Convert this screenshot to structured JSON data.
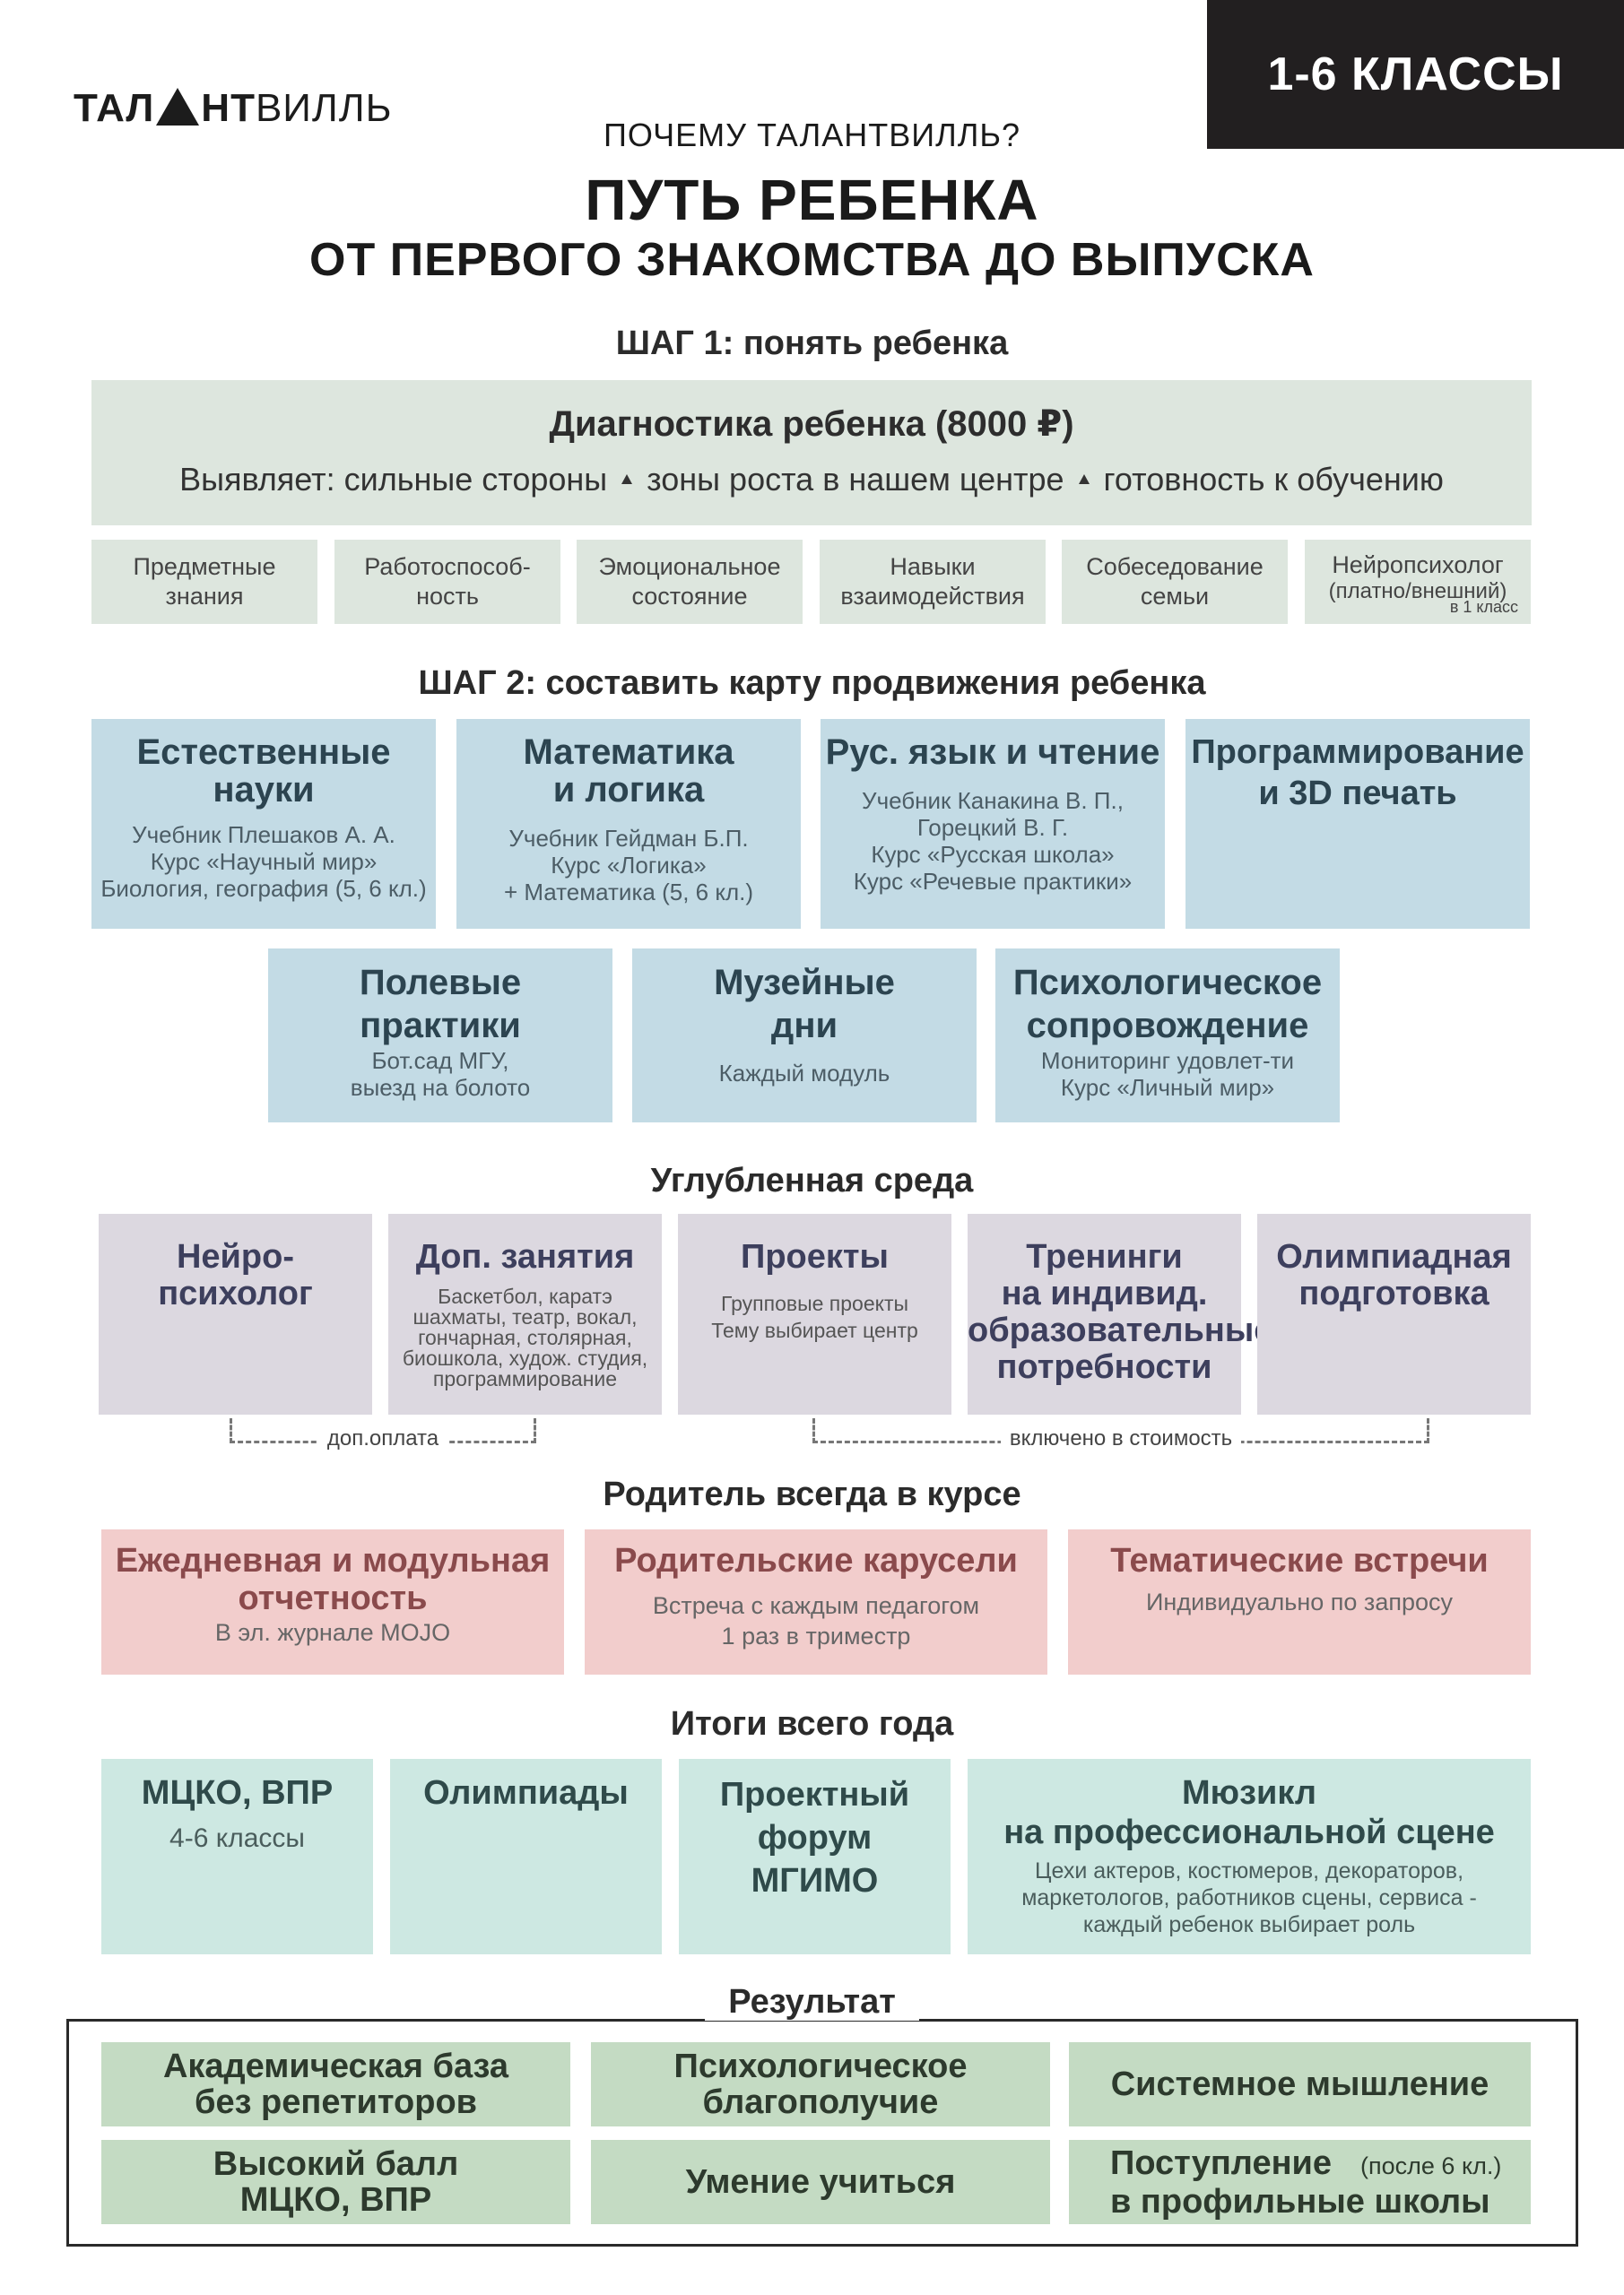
{
  "header": {
    "logo_bold": "ТАЛ",
    "logo_bold2": "НТ",
    "logo_light": "ВИЛЛЬ",
    "grade": "1-6 КЛАССЫ",
    "why": "ПОЧЕМУ ТАЛАНТВИЛЛЬ?",
    "title_line1": "ПУТЬ РЕБЕНКА",
    "title_line2": "ОТ ПЕРВОГО ЗНАКОМСТВА ДО ВЫПУСКА"
  },
  "step1": {
    "heading": "ШАГ 1: понять ребенка",
    "diag_title": "Диагностика ребенка (8000 ₽)",
    "diag_prefix": "Выявляет: сильные стороны",
    "diag_mid": "зоны роста в нашем центре",
    "diag_end": "готовность к обучению",
    "chips": [
      {
        "line1": "Предметные",
        "line2": "знания"
      },
      {
        "line1": "Работоспособ-",
        "line2": "ность"
      },
      {
        "line1": "Эмоциональное",
        "line2": "состояние"
      },
      {
        "line1": "Навыки",
        "line2": "взаимодействия"
      },
      {
        "line1": "Собеседование",
        "line2": "семьи"
      },
      {
        "line1": "Нейропсихолог",
        "line2": "(платно/внешний)",
        "note": "в 1 класс"
      }
    ]
  },
  "step2": {
    "heading": "ШАГ 2: составить карту продвижения ребенка",
    "cards": [
      {
        "h1": "Естественные",
        "h2": "науки",
        "t1": "Учебник Плешаков А. А.",
        "t2": "Курс «Научный мир»",
        "t3": "Биология, география (5, 6 кл.)"
      },
      {
        "h1": "Математика",
        "h2": "и логика",
        "t1": "Учебник Гейдман Б.П.",
        "t2": "Курс «Логика»",
        "t3": "+ Математика (5, 6 кл.)"
      },
      {
        "h1": "Рус. язык и чтение",
        "t1": "Учебник Канакина В. П.,",
        "t2": "Горецкий В. Г.",
        "t3": "Курс «Русская школа»",
        "t4": "Курс «Речевые практики»"
      },
      {
        "h1": "Программирование",
        "h2": "и 3D печать"
      },
      {
        "h1": "Полевые",
        "h2": "практики",
        "t1": "Бот.сад МГУ,",
        "t2": "выезд на болото"
      },
      {
        "h1": "Музейные",
        "h2": "дни",
        "t1": "Каждый модуль"
      },
      {
        "h1": "Психологическое",
        "h2": "сопровождение",
        "t1": "Мониторинг удовлет-ти",
        "t2": "Курс «Личный мир»"
      }
    ]
  },
  "deep": {
    "heading": "Углубленная среда",
    "cards": [
      {
        "h1": "Нейро-",
        "h2": "психолог"
      },
      {
        "h1": "Доп. занятия",
        "t1": "Баскетбол, каратэ",
        "t2": "шахматы, театр, вокал,",
        "t3": "гончарная, столярная,",
        "t4": "биошкола, худож. студия,",
        "t5": "программирование"
      },
      {
        "h1": "Проекты",
        "t1": "Групповые проекты",
        "t2": "Тему выбирает центр"
      },
      {
        "h1": "Тренинги",
        "h2": "на индивид.",
        "h3": "образовательные",
        "h4": "потребности"
      },
      {
        "h1": "Олимпиадная",
        "h2": "подготовка"
      }
    ],
    "paid_label": "доп.оплата",
    "included_label": "включено в стоимость"
  },
  "parent": {
    "heading": "Родитель всегда в курсе",
    "cards": [
      {
        "h1": "Ежедневная и модульная",
        "h2": "отчетность",
        "t1": "В эл. журнале MOJO"
      },
      {
        "h1": "Родительские карусели",
        "t1": "Встреча с каждым педагогом",
        "t2": "1 раз в триместр"
      },
      {
        "h1": "Тематические встречи",
        "t1": "Индивидуально по запросу"
      }
    ]
  },
  "year": {
    "heading": "Итоги всего года",
    "cards": [
      {
        "h1": "МЦКО, ВПР",
        "t1": "4-6 классы"
      },
      {
        "h1": "Олимпиады"
      },
      {
        "h1": "Проектный",
        "h2": "форум",
        "h3": "МГИМО"
      },
      {
        "h1": "Мюзикл",
        "h2": "на профессиональной сцене",
        "t1": "Цехи актеров, костюмеров, декораторов,",
        "t2": "маркетологов, работников сцены, сервиса  -",
        "t3": "каждый ребенок выбирает роль"
      }
    ]
  },
  "result": {
    "heading": "Результат",
    "items": [
      {
        "l1": "Академическая база",
        "l2": "без репетиторов"
      },
      {
        "l1": "Психологическое",
        "l2": "благополучие"
      },
      {
        "l1": "Системное мышление"
      },
      {
        "l1": "Высокий балл",
        "l2": "МЦКО, ВПР"
      },
      {
        "l1": "Умение учиться"
      },
      {
        "l1": "Поступление",
        "l2": "в профильные школы",
        "note": "(после 6 кл.)"
      }
    ]
  }
}
